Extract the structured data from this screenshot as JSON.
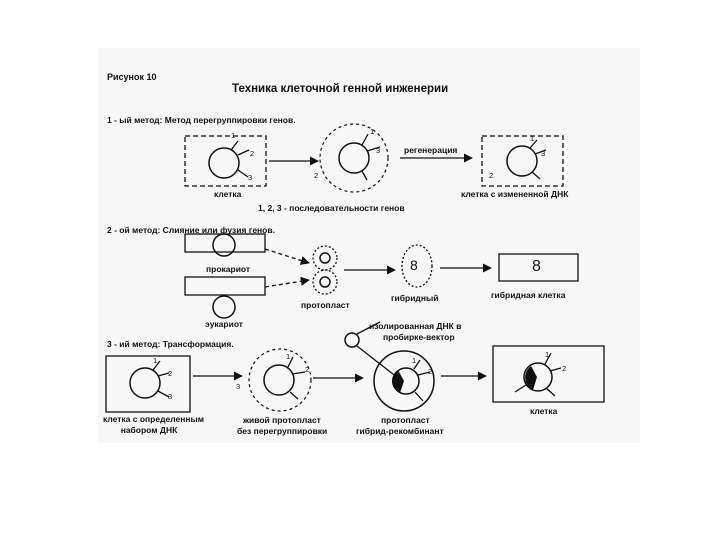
{
  "figure_label": "Рисунок 10",
  "title": "Техника клеточной генной инженерии",
  "method1": {
    "heading": "1 - ый метод:  Метод перегруппировки генов.",
    "cell_label": "клетка",
    "regen_label": "регенерация",
    "result_label": "клетка с измененной ДНК",
    "sequence_note": "1, 2, 3 - последовательности генов",
    "gene_numbers": [
      "1",
      "2",
      "3"
    ]
  },
  "method2": {
    "heading": "2 - ой метод:  Слияние или фузия генов.",
    "prokaryote_label": "прокариот",
    "eukaryote_label": "эукариот",
    "protoplast_label": "протопласт",
    "hybrid_label": "гибридный",
    "hybrid_cell_label": "гибридная клетка",
    "hybrid_glyph": "8"
  },
  "method3": {
    "heading": "3 - ий метод:  Трансформация.",
    "vector_label_1": "изолированная ДНК в",
    "vector_label_2": "пробирке-вектор",
    "cell_label_1": "клетка с определенным",
    "cell_label_2": "набором ДНК",
    "living_label_1": "живой протопласт",
    "living_label_2": "без перегруппировки",
    "protoplast_label_1": "протопласт",
    "protoplast_label_2": "гибрид-рекомбинант",
    "result_label": "клетка"
  }
}
